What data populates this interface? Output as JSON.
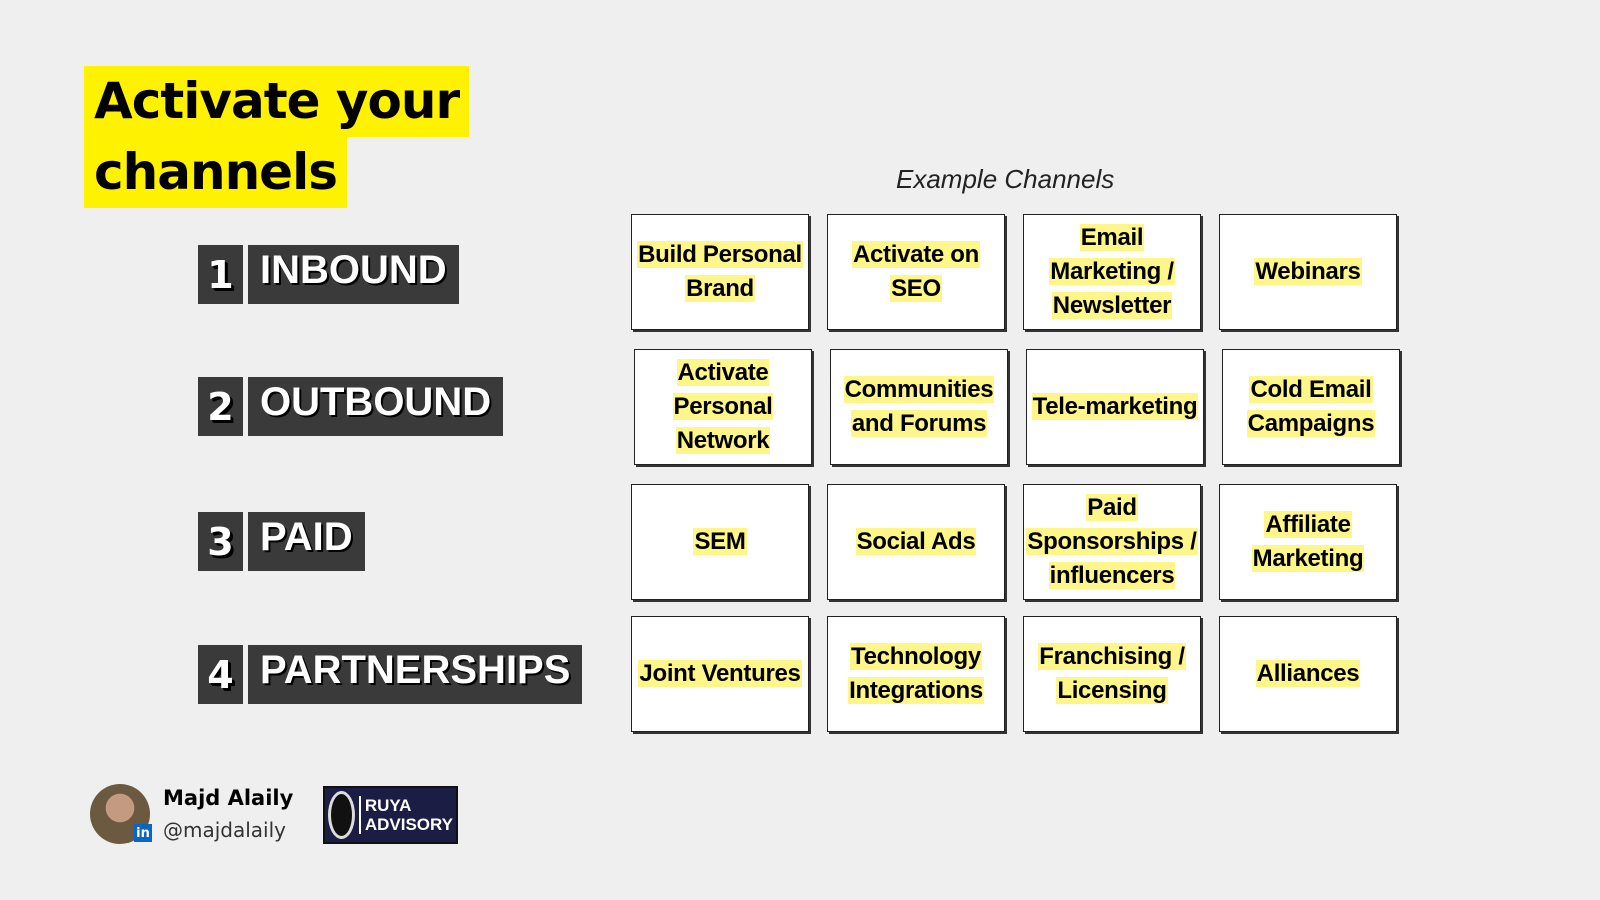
{
  "title": {
    "line1": "Activate your",
    "line2": "channels"
  },
  "subtitle": "Example Channels",
  "categories": [
    {
      "num": "1",
      "label": "INBOUND",
      "channels": [
        "Build Personal Brand",
        "Activate on SEO",
        "Email Marketing / Newsletter",
        "Webinars"
      ]
    },
    {
      "num": "2",
      "label": "OUTBOUND",
      "channels": [
        "Activate Personal Network",
        "Communities and Forums",
        "Tele-marketing",
        "Cold Email Campaigns"
      ]
    },
    {
      "num": "3",
      "label": "PAID",
      "channels": [
        "SEM",
        "Social Ads",
        "Paid Sponsorships / influencers",
        "Affiliate Marketing"
      ]
    },
    {
      "num": "4",
      "label": "PARTNERSHIPS",
      "channels": [
        "Joint Ventures",
        "Technology Integrations",
        "Franchising / Licensing",
        "Alliances"
      ]
    }
  ],
  "author": {
    "name": "Majd Alaily",
    "handle": "@majdalaily",
    "badge": "in"
  },
  "logo": {
    "text": "RUYA ADVISORY"
  },
  "colors": {
    "highlight": "#fff200",
    "card_highlight": "#fff68a",
    "label_bg": "#3a3a3a",
    "background": "#efefef"
  }
}
